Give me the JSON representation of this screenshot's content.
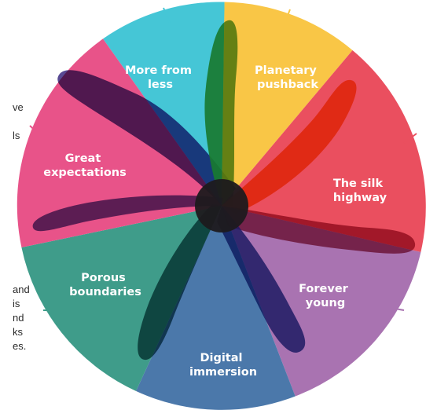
{
  "colors": {
    "teal": "#45c6d6",
    "yellow": "#f9c646",
    "red": "#ea4f5f",
    "purple": "#a973b1",
    "blue": "#4b78aa",
    "green": "#3f9c8a",
    "pink": "#e85389",
    "petal_dark_purple": "#4a3a8a",
    "petal_green": "#5a9d3a",
    "petal_orange": "#f47c25",
    "petal_crimson": "#a63358",
    "petal_navy": "#2e3b8f",
    "petal_darkteal": "#1e5f65",
    "center": "#1e1a1d"
  },
  "segments": [
    {
      "id": "more-from-less",
      "label_lines": [
        "More from",
        "less"
      ]
    },
    {
      "id": "planetary-pushback",
      "label_lines": [
        "Planetary",
        "pushback"
      ]
    },
    {
      "id": "the-silk-highway",
      "label_lines": [
        "The silk",
        "highway"
      ]
    },
    {
      "id": "forever-young",
      "label_lines": [
        "Forever",
        "young"
      ]
    },
    {
      "id": "digital-immersion",
      "label_lines": [
        "Digital",
        "immersion"
      ]
    },
    {
      "id": "porous-boundaries",
      "label_lines": [
        "Porous",
        "boundaries"
      ]
    },
    {
      "id": "great-expectations",
      "label_lines": [
        "Great",
        "expectations"
      ]
    }
  ],
  "side_text_top": [
    "ve",
    "ls"
  ],
  "side_text_bottom": [
    "and",
    "is",
    "nd",
    "ks",
    "es."
  ]
}
